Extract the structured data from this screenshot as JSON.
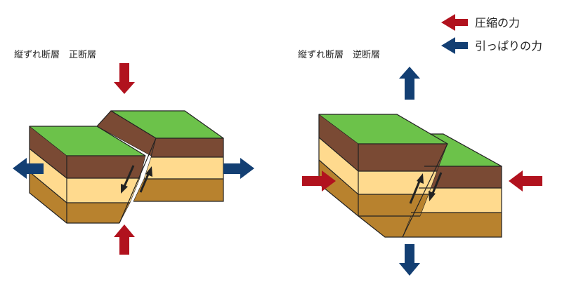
{
  "labels": {
    "normal_fault": "縦ずれ断層　正断層",
    "reverse_fault": "縦ずれ断層　逆断層"
  },
  "legend": {
    "compression": {
      "label": "圧縮の力",
      "color": "#B1121E"
    },
    "tension": {
      "label": "引っぱりの力",
      "color": "#133F73"
    }
  },
  "colors": {
    "grass": "#6CC24A",
    "soil_dark": "#7A4A34",
    "sand_light": "#FFDA8E",
    "sand_dark": "#B8822E",
    "outline": "#222222"
  }
}
